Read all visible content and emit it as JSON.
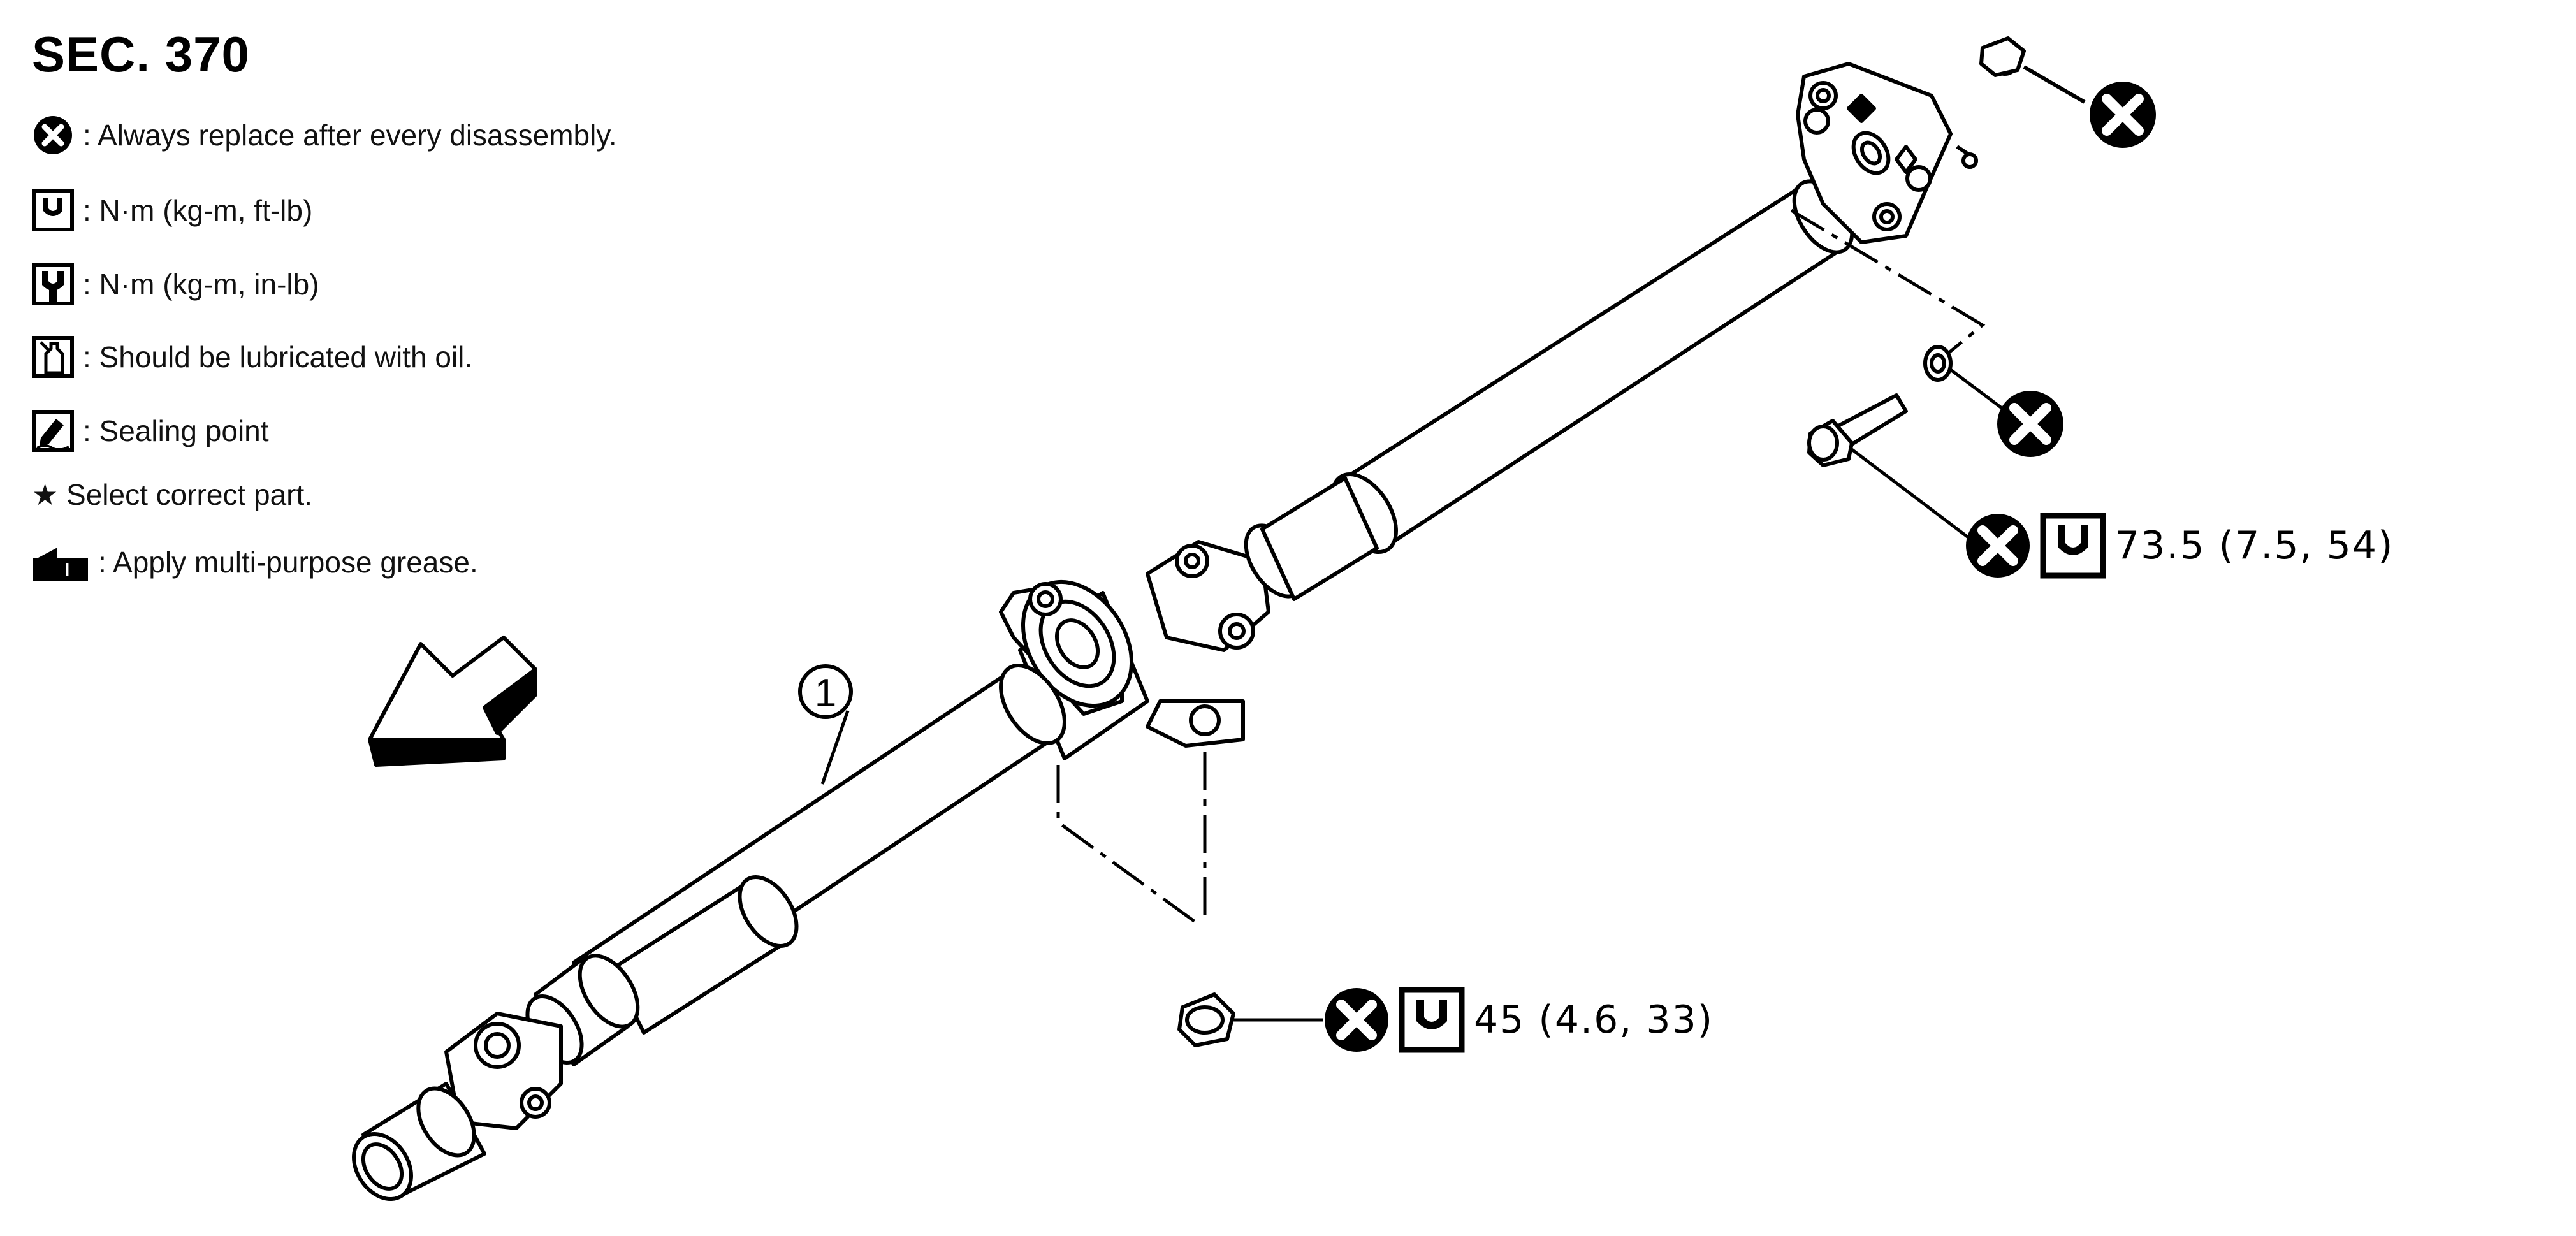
{
  "section": {
    "title": "SEC. 370"
  },
  "legend": [
    {
      "icon": "replace-always-icon",
      "text": ": Always replace after every disassembly."
    },
    {
      "icon": "torque-ft-lb-icon",
      "text": ": N·m (kg-m, ft-lb)"
    },
    {
      "icon": "torque-in-lb-icon",
      "text": ": N·m (kg-m, in-lb)"
    },
    {
      "icon": "oil-lubricate-icon",
      "text": ": Should be lubricated with oil."
    },
    {
      "icon": "sealing-point-icon",
      "text": ": Sealing point"
    },
    {
      "icon": "star-icon",
      "text": "★ Select correct part."
    },
    {
      "icon": "grease-icon",
      "text": ": Apply multi-purpose grease."
    }
  ],
  "callouts": {
    "part_number": "1",
    "center_bearing_torque": "45 (4.6, 33)",
    "flange_bolt_torque": "73.5 (7.5, 54)"
  },
  "colors": {
    "line": "#000000",
    "background": "#ffffff"
  }
}
